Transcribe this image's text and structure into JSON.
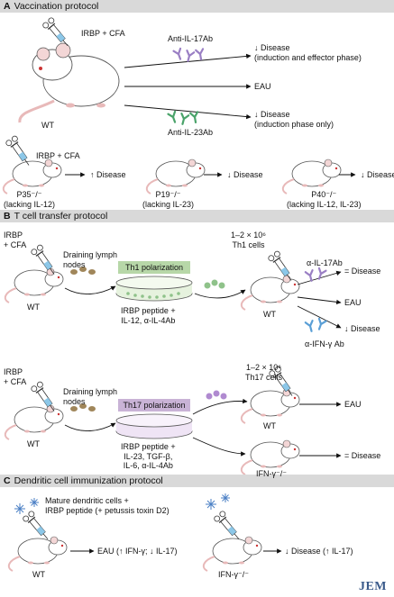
{
  "panels": {
    "a": {
      "letter": "A",
      "title": "Vaccination protocol"
    },
    "b": {
      "letter": "B",
      "title": "T cell transfer protocol"
    },
    "c": {
      "letter": "C",
      "title": "Dendritic cell immunization protocol"
    }
  },
  "a": {
    "immunization": "IRBP + CFA",
    "wt": "WT",
    "anti_il17": "Anti-IL-17Ab",
    "anti_il23": "Anti-IL-23Ab",
    "out1": "↓ Disease\n(induction and effector phase)",
    "out2": "EAU",
    "out3": "↓ Disease\n(induction phase only)",
    "immunization2": "IRBP + CFA",
    "p35_result": "↑ Disease",
    "p35_label": "P35⁻/⁻\n(lacking IL-12)",
    "p19_result": "↓ Disease",
    "p19_label": "P19⁻/⁻\n(lacking IL-23)",
    "p40_result": "↓ Disease",
    "p40_label": "P40⁻/⁻\n(lacking IL-12, IL-23)"
  },
  "b": {
    "immunization1": "IRBP\n+ CFA",
    "lymph1": "Draining lymph\nnodes",
    "th1_title": "Th1 polarization",
    "th1_media": "IRBP peptide +\nIL-12, α-IL-4Ab",
    "wt1": "WT",
    "th1_cells": "1–2 × 10⁶\nTh1 cells",
    "wt1b": "WT",
    "a_il17": "α-IL-17Ab",
    "a_ifng": "α-IFN-γ Ab",
    "out1": "= Disease",
    "out2": "EAU",
    "out3": "↓ Disease",
    "immunization2": "IRBP\n+ CFA",
    "lymph2": "Draining lymph\nnodes",
    "th17_title": "Th17 polarization",
    "th17_media": "IRBP peptide +\nIL-23, TGF-β,\nIL-6, α-IL-4Ab",
    "wt2": "WT",
    "th17_cells": "1–2 × 10⁶\nTh17 cells",
    "wt2b": "WT",
    "out4": "EAU",
    "ifng_ko": "IFN-γ⁻/⁻",
    "out5": "= Disease"
  },
  "c": {
    "dc_label": "Mature dendritic cells +\nIRBP peptide (+ petussis toxin D2)",
    "out1": "EAU (↑ IFN-γ; ↓ IL-17)",
    "wt": "WT",
    "out2": "↓ Disease (↑ IL-17)",
    "ifng_ko": "IFN-γ⁻/⁻"
  },
  "footer": {
    "journal": "JEM"
  },
  "colors": {
    "panel_bar": "#d9d9d9",
    "th1": "#b7d7a8",
    "th17": "#c9b3d6",
    "il17_ab": "#9a7fc4",
    "il23_ab": "#4aa36a",
    "ifng_ab": "#5a9fd6",
    "cells_green": "#8fc28a",
    "cells_purple": "#b08ad0",
    "cells_brown": "#a0865a",
    "mouse_pink": "#e8b9b9"
  }
}
